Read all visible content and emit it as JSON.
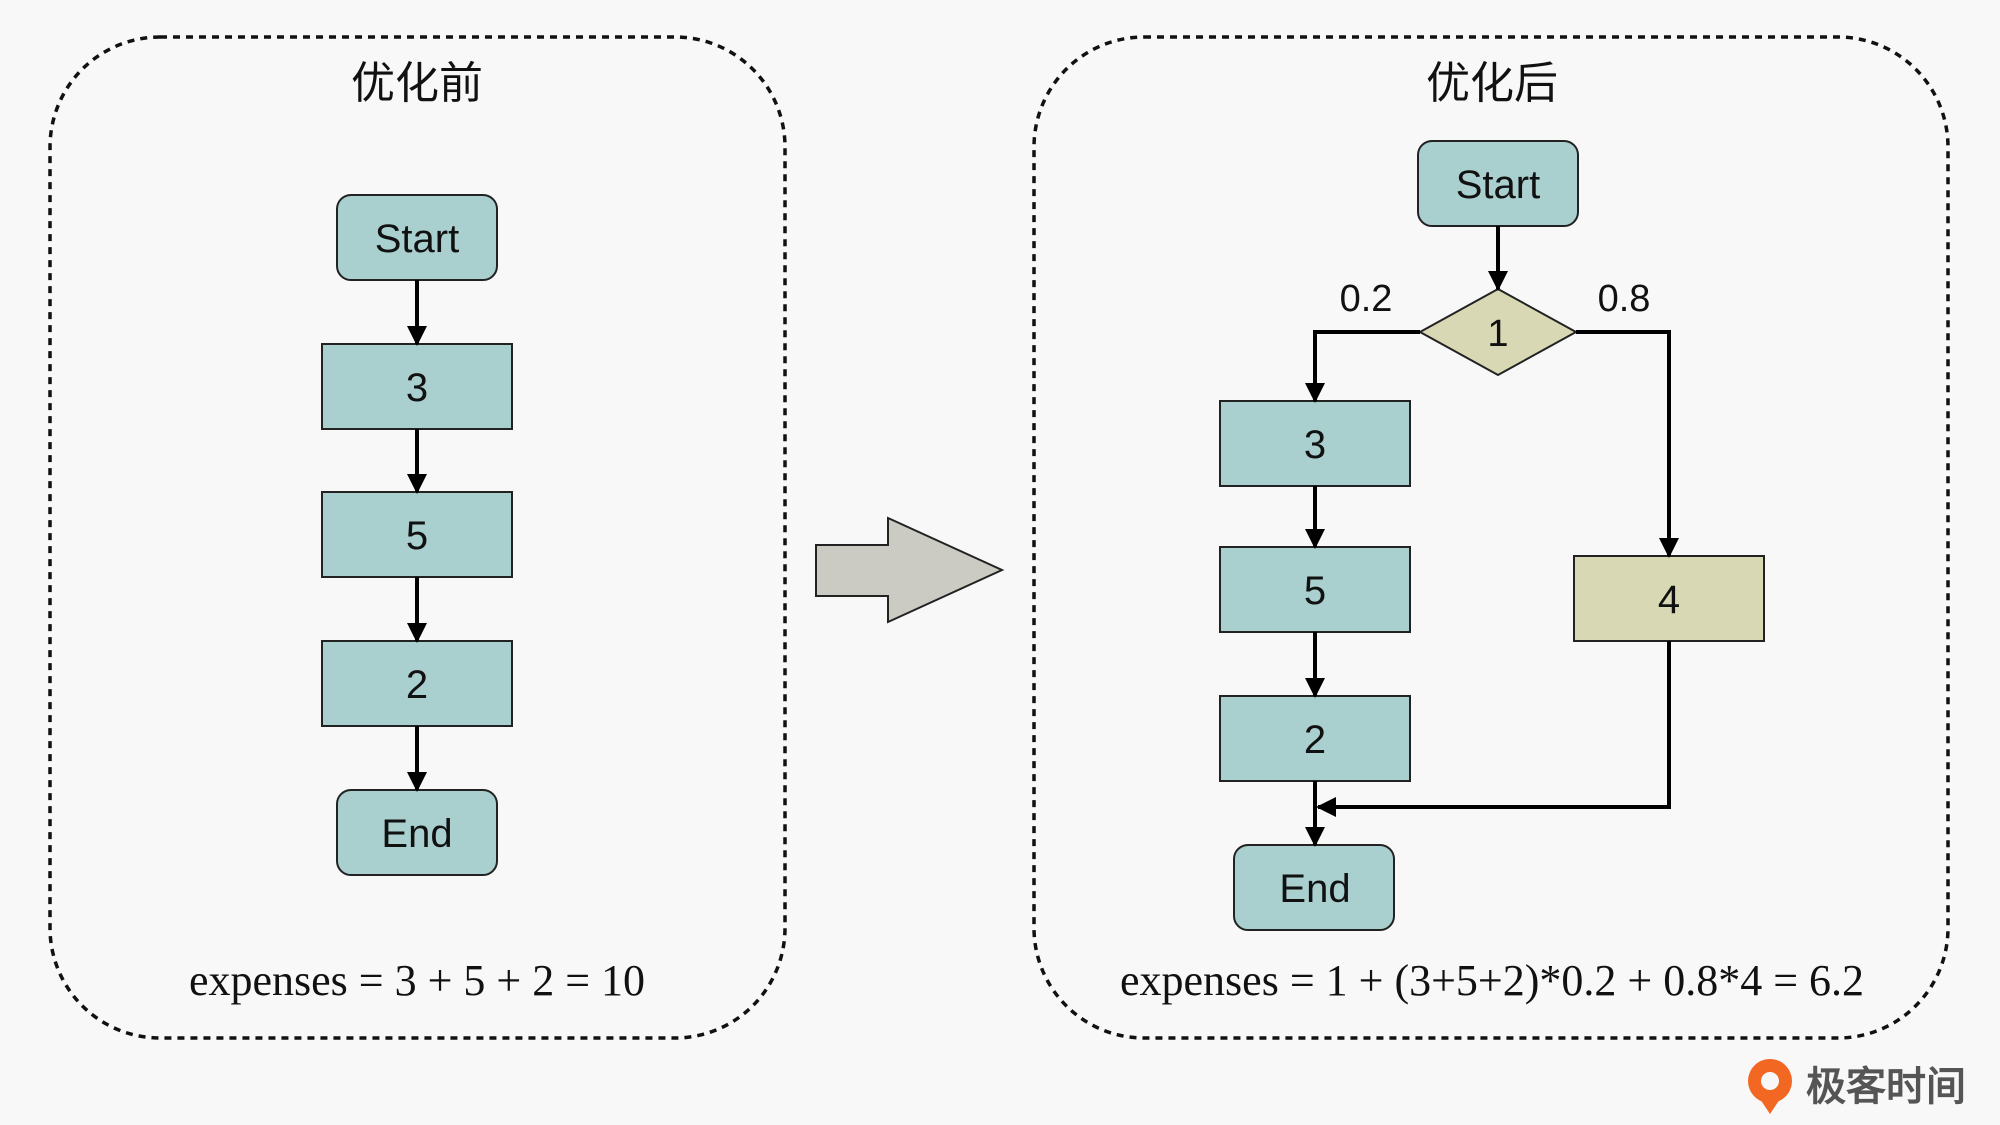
{
  "before": {
    "title": "优化前",
    "start": "Start",
    "steps": [
      "3",
      "5",
      "2"
    ],
    "end": "End",
    "formula": "expenses = 3 + 5 + 2 = 10"
  },
  "after": {
    "title": "优化后",
    "start": "Start",
    "decision": "1",
    "left_prob": "0.2",
    "right_prob": "0.8",
    "left_steps": [
      "3",
      "5",
      "2"
    ],
    "right_step": "4",
    "end": "End",
    "formula": "expenses = 1 + (3+5+2)*0.2 + 0.8*4 = 6.2"
  },
  "logo": {
    "text": "极客时间"
  },
  "colors": {
    "background": "#f7f8f7",
    "teal_box": "#a9cfcf",
    "olive_box": "#d8d8b4",
    "arrow_fill": "#cbcbc4",
    "logo_orange": "#f26722"
  }
}
